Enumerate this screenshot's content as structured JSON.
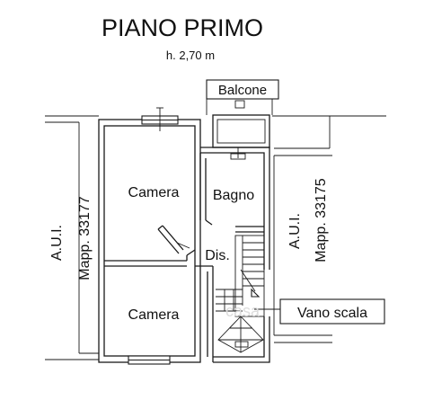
{
  "title": "PIANO PRIMO",
  "subtitle": "h. 2,70 m",
  "rooms": {
    "balcone": "Balcone",
    "camera_top": "Camera",
    "bagno": "Bagno",
    "dis": "Dis.",
    "camera_bottom": "Camera"
  },
  "vano_scala": "Vano scala",
  "neighbors": {
    "left_aui": "A.U.I.",
    "left_mapp": "Mapp. 33177",
    "right_aui": "A.U.I.",
    "right_mapp": "Mapp. 33175"
  },
  "watermark": "casa"
}
